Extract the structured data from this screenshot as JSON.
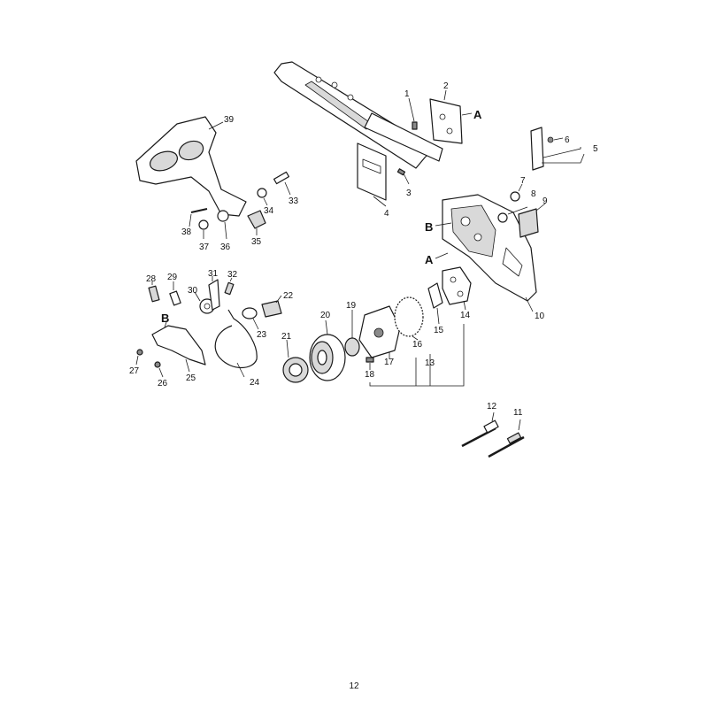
{
  "callouts": {
    "c1": "1",
    "c2": "2",
    "c3": "3",
    "c4": "4",
    "c5": "5",
    "c6": "6",
    "c7": "7",
    "c8": "8",
    "c9": "9",
    "c10": "10",
    "c11": "11",
    "c12": "12",
    "c13": "13",
    "c14": "14",
    "c15": "15",
    "c16": "16",
    "c17": "17",
    "c18": "18",
    "c19": "19",
    "c20": "20",
    "c21": "21",
    "c22": "22",
    "c23": "23",
    "c24": "24",
    "c25": "25",
    "c26": "26",
    "c27": "27",
    "c28": "28",
    "c29": "29",
    "c30": "30",
    "c31": "31",
    "c32": "32",
    "c33": "33",
    "c34": "34",
    "c35": "35",
    "c36": "36",
    "c37": "37",
    "c38": "38",
    "c39": "39"
  },
  "refs": {
    "a_bar": "A",
    "a_housing": "A",
    "b_housing": "B",
    "b_brake": "B"
  },
  "page_number": "12"
}
